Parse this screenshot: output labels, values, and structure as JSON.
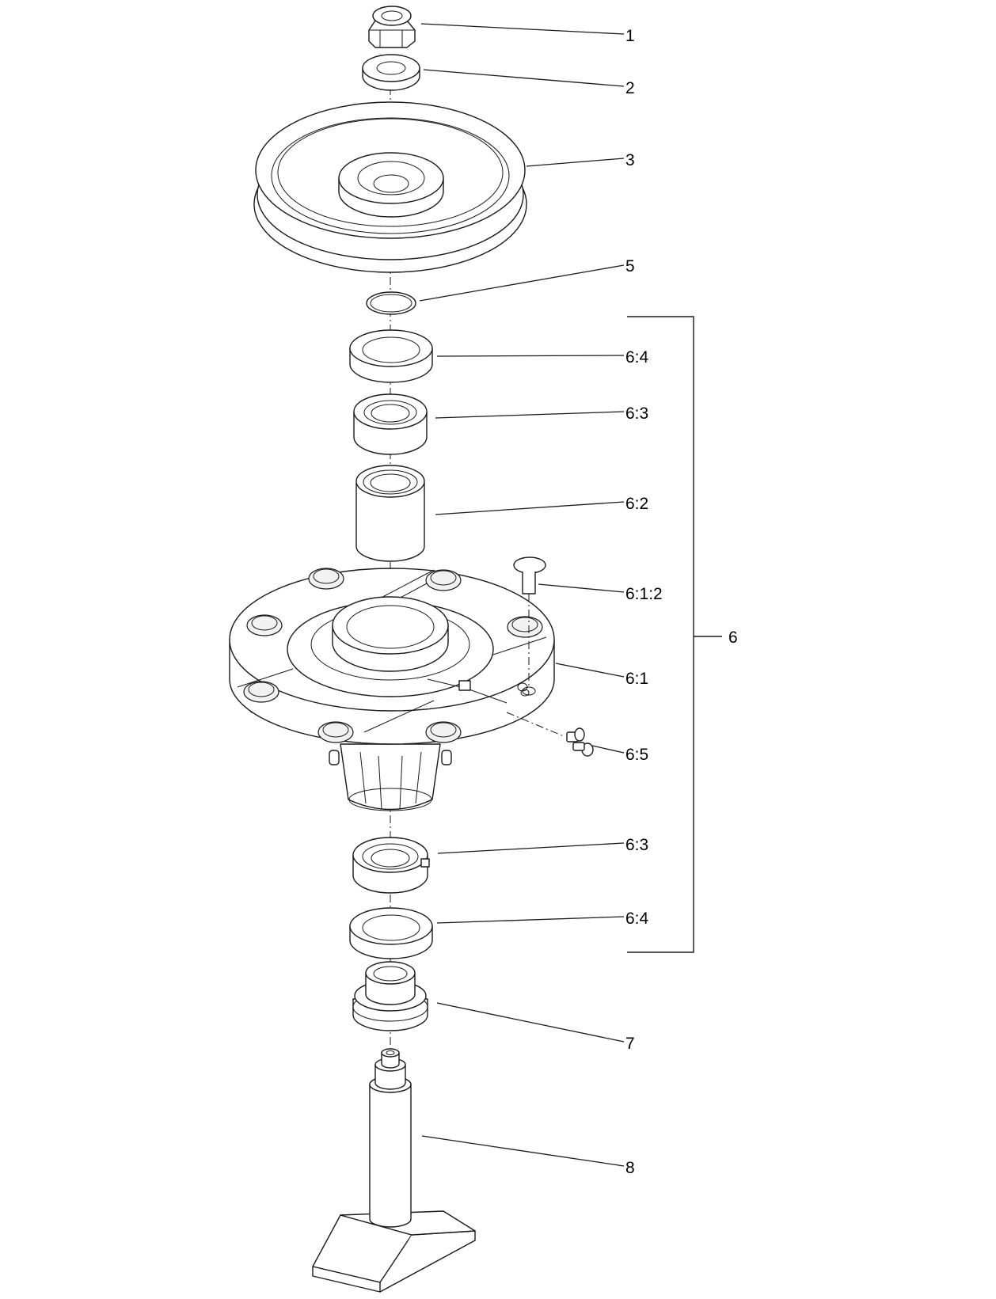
{
  "callouts": {
    "c1": "1",
    "c2": "2",
    "c3": "3",
    "c5": "5",
    "c6_4_top": "6:4",
    "c6_3_top": "6:3",
    "c6_2": "6:2",
    "c6_1_2": "6:1:2",
    "c6": "6",
    "c6_1": "6:1",
    "c6_5": "6:5",
    "c6_3_bottom": "6:3",
    "c6_4_bottom": "6:4",
    "c7": "7",
    "c8": "8"
  },
  "colors": {
    "line": "#1a1a1a",
    "background": "#ffffff"
  }
}
